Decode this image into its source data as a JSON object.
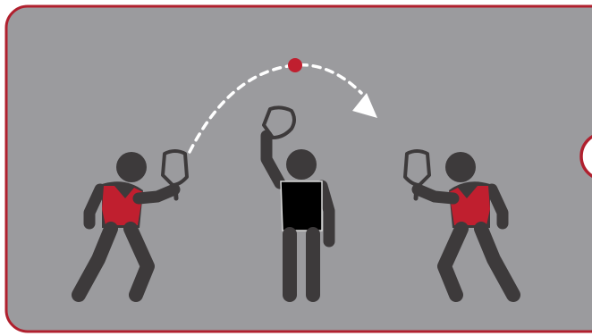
{
  "scene": {
    "panel_color": "#9b9b9e",
    "border_color": "#b0202e",
    "figure_color": "#3d3a3b",
    "jersey_color": "#c01f2f",
    "referee_shirt_color": "#000000",
    "trajectory_color": "#ffffff",
    "ball_color": "#c01f2f",
    "figures": [
      "player-left",
      "referee",
      "player-right"
    ]
  }
}
